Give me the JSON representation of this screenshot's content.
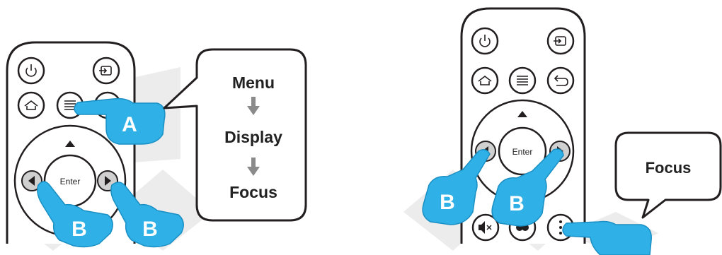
{
  "left_panel": {
    "enter_label": "Enter",
    "callout": {
      "steps": [
        "Menu",
        "Display",
        "Focus"
      ]
    },
    "hands": [
      "A",
      "B",
      "B"
    ]
  },
  "right_panel": {
    "enter_label": "Enter",
    "callout": {
      "text": "Focus"
    },
    "hands": [
      "B",
      "B"
    ]
  },
  "colors": {
    "hand": "#2fb0e6",
    "hand_dark": "#1a8fc4",
    "outline": "#231f20",
    "arrow": "#8a8a8a",
    "shadow": "#ececec"
  },
  "icons": [
    "power-icon",
    "input-source-icon",
    "home-icon",
    "menu-icon",
    "back-icon",
    "up-arrow-icon",
    "left-arrow-icon",
    "right-arrow-icon",
    "mute-icon",
    "more-icon",
    "options-icon"
  ]
}
